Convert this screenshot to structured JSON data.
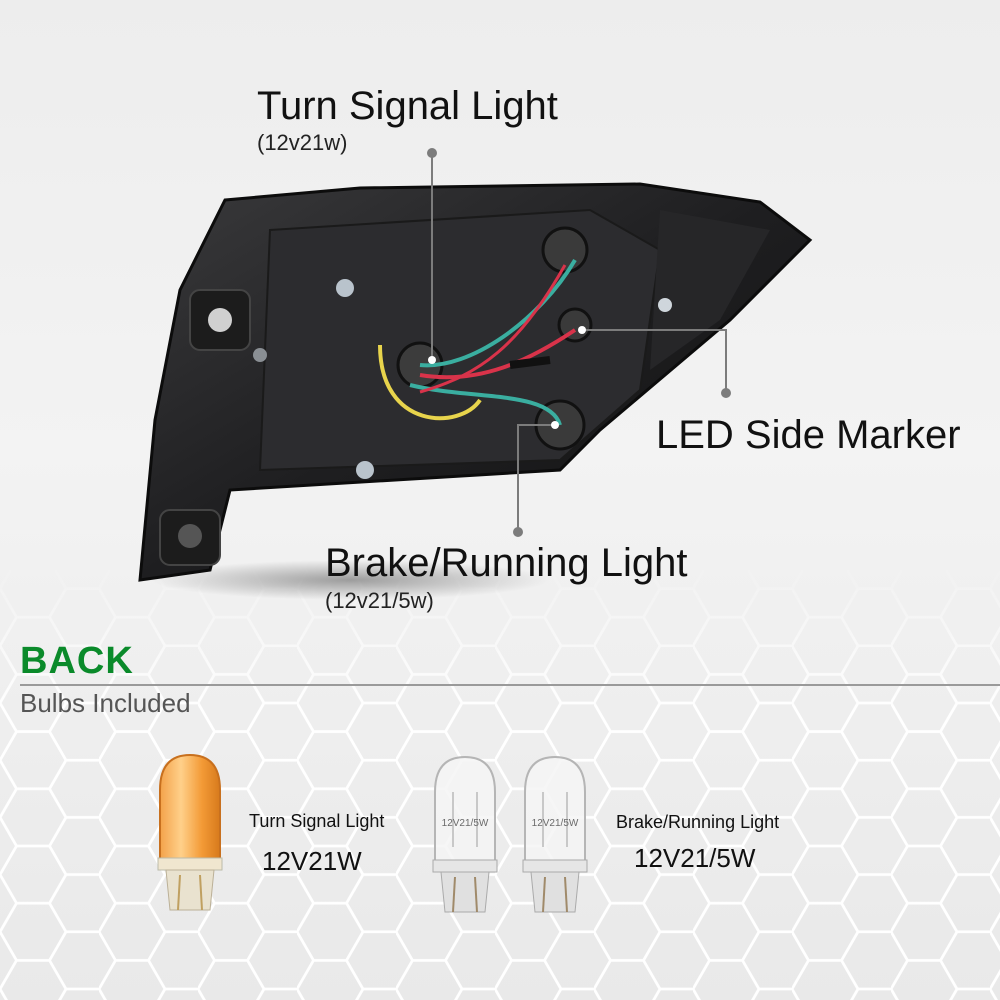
{
  "callouts": {
    "turn_signal": {
      "title": "Turn Signal Light",
      "spec": "(12v21w)"
    },
    "led_side_marker": {
      "title": "LED Side Marker"
    },
    "brake_running": {
      "title": "Brake/Running Light",
      "spec": "(12v21/5w)"
    }
  },
  "section": {
    "title": "BACK",
    "subtitle": "Bulbs Included",
    "title_color": "#0a8a2a"
  },
  "bulbs": [
    {
      "label": "Turn Signal Light",
      "spec": "12V21W",
      "bulb_print": "",
      "glass": "amber"
    },
    {
      "label": "Brake/Running Light",
      "spec": "12V21/5W",
      "bulb_print": "12V21/5W",
      "glass": "clear"
    }
  ]
}
